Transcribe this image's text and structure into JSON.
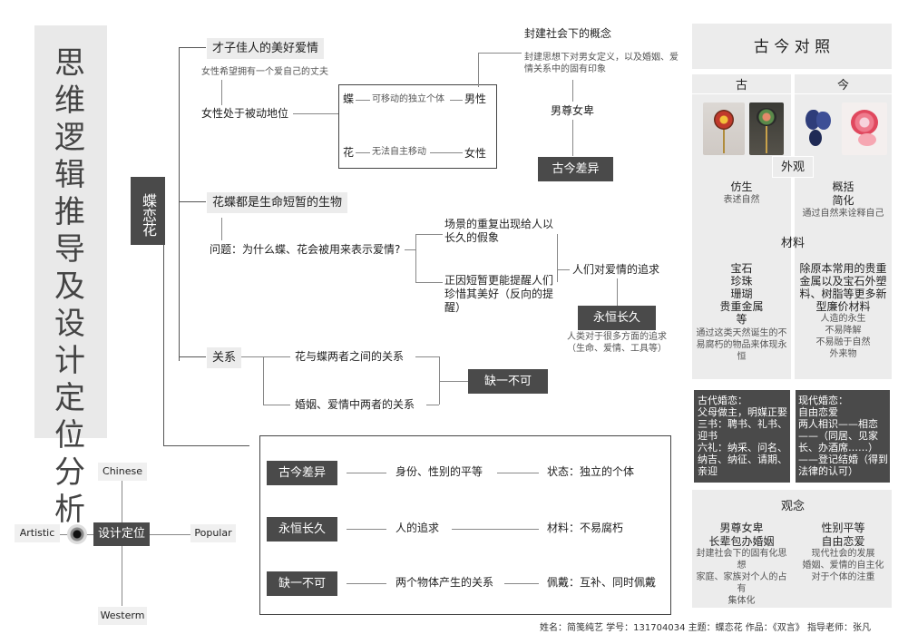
{
  "title": "思维逻辑推导及设计定位分析",
  "central": "蝶恋花",
  "branch1": {
    "heading": "才子佳人的美好爱情",
    "sub": "女性希望拥有一个爱自己的丈夫",
    "passive": "女性处于被动地位",
    "box": {
      "top_left": "蝶",
      "top_mid": "可移动的独立个体",
      "top_right": "男性",
      "bot_left": "花",
      "bot_mid": "无法自主移动",
      "bot_right": "女性"
    },
    "concept_title": "封建社会下的概念",
    "concept_desc": "封建思想下对男女定义，以及婚姻、爱情关系中的固有印象",
    "concept_label": "男尊女卑",
    "result": "古今差异"
  },
  "branch2": {
    "heading": "花蝶都是生命短暂的生物",
    "question": "问题：为什么蝶、花会被用来表示爱情?",
    "a1": "场景的重复出现给人以长久的假象",
    "a2": "正因短暂更能提醒人们珍惜其美好（反向的提醒）",
    "pursuit": "人们对爱情的追求",
    "result": "永恒长久",
    "result_desc": "人类对于很多方面的追求（生命、爱情、工具等）"
  },
  "branch3": {
    "heading": "关系",
    "r1": "花与蝶两者之间的关系",
    "r2": "婚姻、爱情中两者的关系",
    "result": "缺一不可"
  },
  "summary": [
    {
      "tag": "古今差异",
      "mid": "身份、性别的平等",
      "end": "状态：独立的个体"
    },
    {
      "tag": "永恒长久",
      "mid": "人的追求",
      "end": "材料：不易腐朽"
    },
    {
      "tag": "缺一不可",
      "mid": "两个物体产生的关系",
      "end": "佩戴：互补、同时佩戴"
    }
  ],
  "position": {
    "center": "设计定位",
    "top": "Chinese",
    "left": "Artistic",
    "right": "Popular",
    "bottom": "Westerm"
  },
  "compare": {
    "title": "古 今 对 照",
    "old": "古",
    "new": "今",
    "appearance_label": "外观",
    "old_appearance_title": "仿生",
    "old_appearance_desc": "表述自然",
    "new_appearance_title": "概括\n简化",
    "new_appearance_desc": "通过自然来诠释自己",
    "material_label": "材料",
    "old_material_title": "宝石\n珍珠\n珊瑚\n贵重金属\n等",
    "old_material_desc": "通过这类天然诞生的不易腐朽的物品来体现永恒",
    "new_material_title": "除原本常用的贵重金属以及宝石外塑料、树脂等更多新型廉价材料",
    "new_material_desc": "人造的永生\n不易降解\n不易融于自然\n外来物",
    "old_marriage": "古代婚恋：\n父母做主，明媒正娶\n三书：聘书、礼书、迎书\n六礼：纳采、问名、纳吉、纳征、请期、亲迎",
    "new_marriage": "现代婚恋：\n自由恋爱\n两人相识——相恋——（同居、见家长、办酒席……）——登记结婚（得到法律的认可）",
    "concept_label": "观念",
    "old_concept_title": "男尊女卑\n长辈包办婚姻",
    "old_concept_desc": "封建社会下的固有化思想\n家庭、家族对个人的占有\n集体化",
    "new_concept_title": "性别平等\n自由恋爱",
    "new_concept_desc": "现代社会的发展\n婚姻、爱情的自主化\n对于个体的注重"
  },
  "footer": "姓名：简笺纯艺 学号：131704034 主题：蝶恋花 作品：《双言》 指导老师：张凡",
  "colors": {
    "dark": "#4a4a4a",
    "panel": "#e9e9e9",
    "line": "#555555"
  }
}
